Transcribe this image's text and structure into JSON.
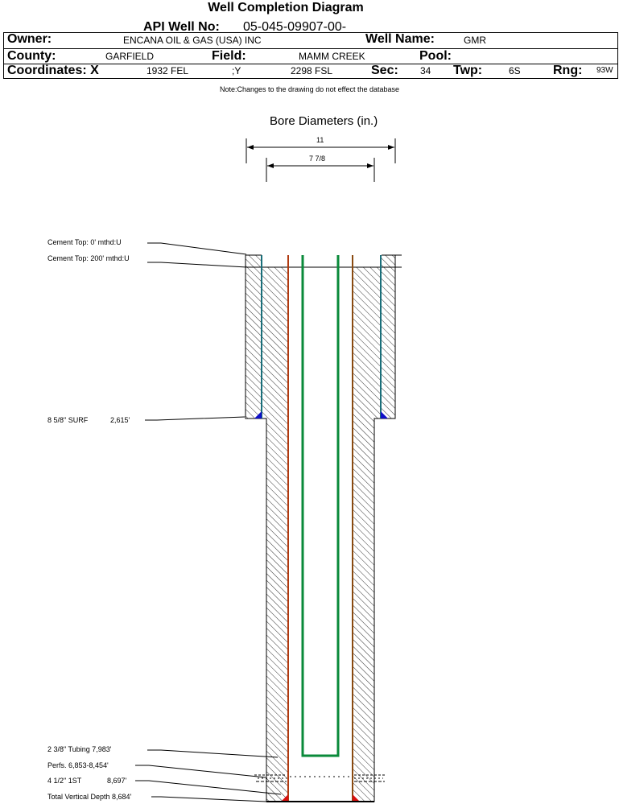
{
  "title": "Well Completion Diagram",
  "api": {
    "label": "API Well No:",
    "value": "05-045-09907-00-"
  },
  "header": {
    "owner_label": "Owner:",
    "owner": "ENCANA OIL & GAS (USA) INC",
    "well_name_label": "Well Name:",
    "well_name": "GMR",
    "county_label": "County:",
    "county": "GARFIELD",
    "field_label": "Field:",
    "field": "MAMM CREEK",
    "pool_label": "Pool:",
    "pool": "",
    "coord_x_label": "Coordinates: X",
    "coord_x": "1932 FEL",
    "coord_y_label": ";Y",
    "coord_y": "2298 FSL",
    "sec_label": "Sec:",
    "sec": "34",
    "twp_label": "Twp:",
    "twp": "6S",
    "rng_label": "Rng:",
    "rng": "93W"
  },
  "note": "Note:Changes to the drawing do not effect the database",
  "bore": {
    "title": "Bore Diameters (in.)",
    "outer": "11",
    "inner": "7 7/8"
  },
  "labels": {
    "cement_top_1": "Cement Top: 0' mthd:U",
    "cement_top_2": "Cement Top: 200' mthd:U",
    "surface_casing_name": "8 5/8\" SURF",
    "surface_casing_depth": "2,615'",
    "tubing": "2 3/8\" Tubing 7,983'",
    "perfs": "Perfs. 6,853-8,454'",
    "production_casing_name": "4 1/2\" 1ST",
    "production_casing_depth": "8,697'",
    "total_depth": "Total Vertical Depth 8,684'"
  },
  "colors": {
    "surface_casing": "#1a6f7a",
    "production_casing": "#b03a10",
    "tubing": "#0a8a3a",
    "shoe_blue": "#1010c8",
    "shoe_red": "#d81010"
  }
}
